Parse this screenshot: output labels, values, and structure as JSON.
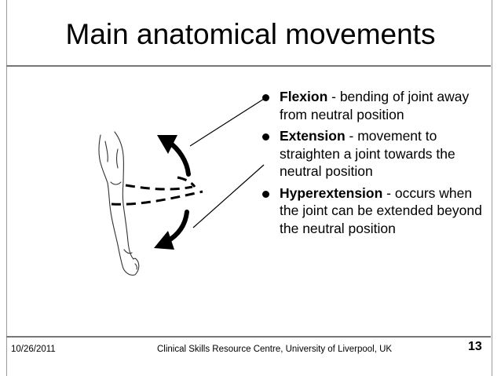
{
  "slide": {
    "title": "Main anatomical movements"
  },
  "bullets": [
    {
      "term": "Flexion",
      "text": " - bending of joint away from neutral position"
    },
    {
      "term": "Extension",
      "text": " - movement to straighten a joint towards the neutral position"
    },
    {
      "term": "Hyperextension",
      "text": " - occurs when the joint can be extended beyond the neutral position"
    }
  ],
  "footer": {
    "date": "10/26/2011",
    "organization": "Clinical Skills Resource Centre, University of Liverpool, UK",
    "page_number": "13"
  },
  "colors": {
    "text": "#000000",
    "rule": "#777777",
    "background": "#ffffff"
  }
}
